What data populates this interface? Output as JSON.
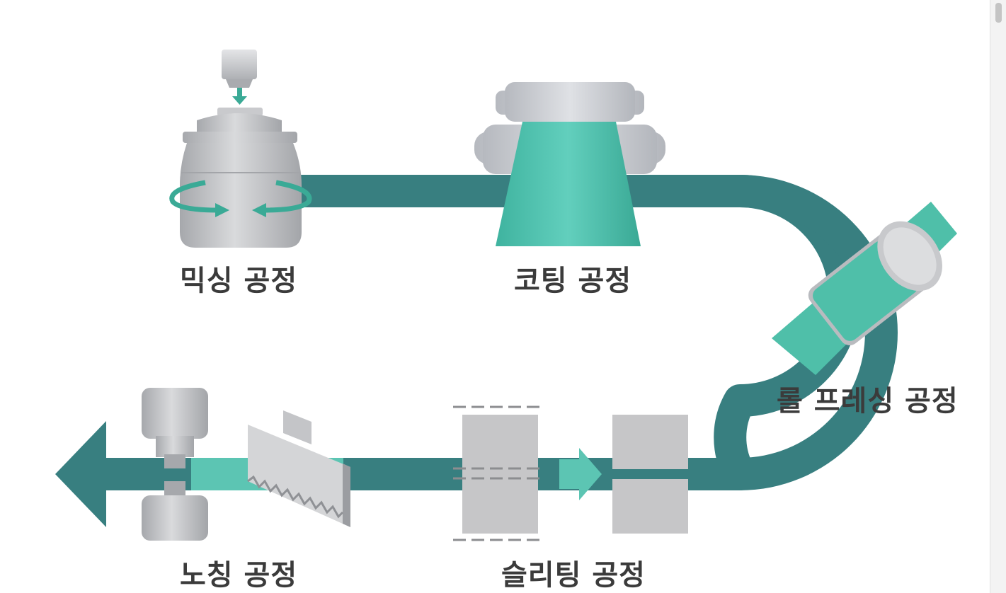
{
  "steps": {
    "mixing": {
      "label": "믹싱 공정"
    },
    "coating": {
      "label": "코팅 공정"
    },
    "roll_pressing": {
      "label": "롤 프레싱 공정"
    },
    "slitting": {
      "label": "슬리팅 공정"
    },
    "notching": {
      "label": "노칭 공정"
    }
  },
  "colors": {
    "flow_path": "#387f80",
    "sheet": "#5cc5b3",
    "machine": "#c4c5c8",
    "label_text": "#3b3b3b"
  }
}
